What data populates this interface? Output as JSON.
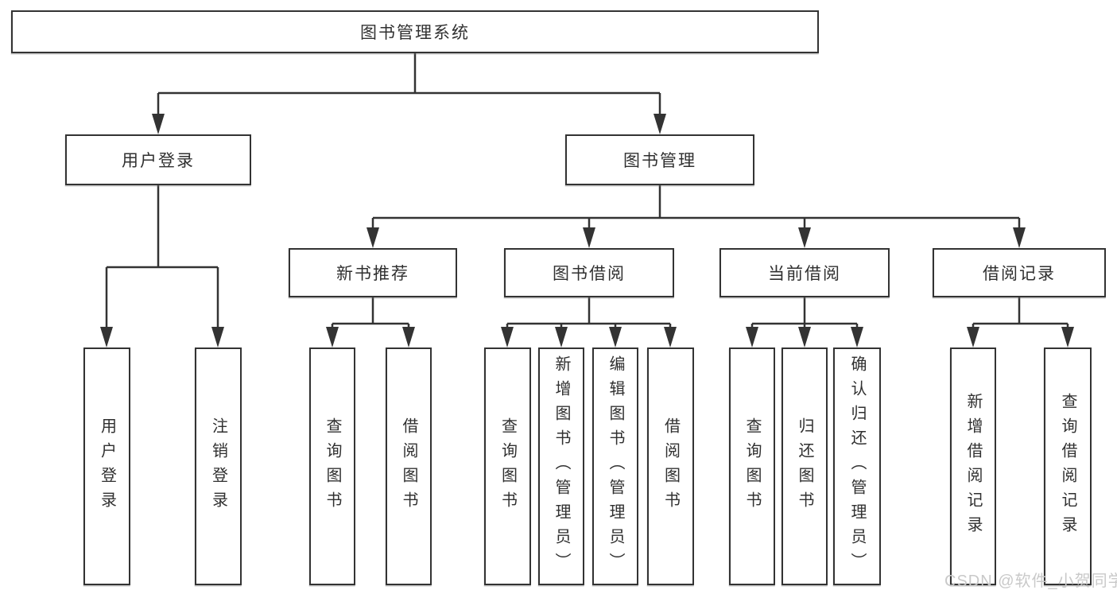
{
  "diagram": {
    "title": "图书管理系统",
    "level2": [
      {
        "id": "user-login",
        "label": "用户登录"
      },
      {
        "id": "book-management",
        "label": "图书管理"
      }
    ],
    "level3": [
      {
        "id": "new-book-recommend",
        "label": "新书推荐"
      },
      {
        "id": "book-borrow",
        "label": "图书借阅"
      },
      {
        "id": "current-borrow",
        "label": "当前借阅"
      },
      {
        "id": "borrow-records",
        "label": "借阅记录"
      }
    ],
    "leaves": {
      "user_login": [
        "用户登录",
        "注销登录"
      ],
      "new_book_recommend": [
        "查询图书",
        "借阅图书"
      ],
      "book_borrow": [
        "查询图书",
        "新增图书（管理员）",
        "编辑图书（管理员）",
        "借阅图书"
      ],
      "current_borrow": [
        "查询图书",
        "归还图书",
        "确认归还（管理员）"
      ],
      "borrow_records": [
        "新增借阅记录",
        "查询借阅记录"
      ]
    }
  },
  "watermark": {
    "text": "CSDN @软件_小贺同学"
  },
  "colors": {
    "line": "#333333",
    "border": "#333333",
    "box_fill": "#ffffff",
    "text": "#303030",
    "watermark": "#c9c9c9"
  }
}
